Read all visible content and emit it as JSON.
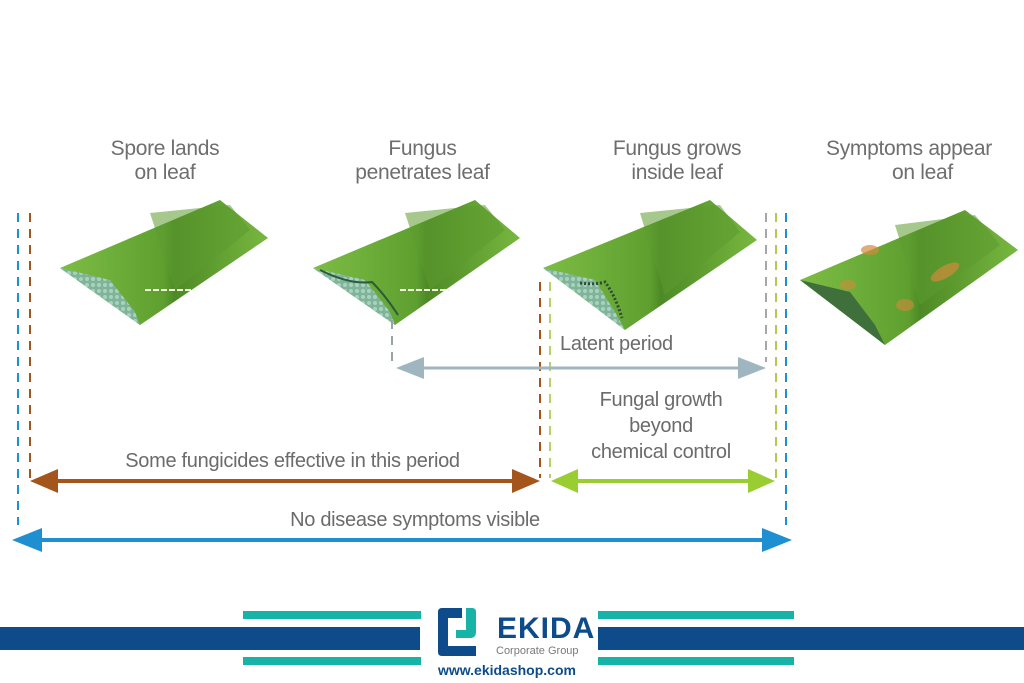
{
  "stages": [
    {
      "title_line1": "Spore lands",
      "title_line2": "on leaf"
    },
    {
      "title_line1": "Fungus",
      "title_line2": "penetrates leaf"
    },
    {
      "title_line1": "Fungus grows",
      "title_line2": "inside leaf"
    },
    {
      "title_line1": "Symptoms appear",
      "title_line2": "on leaf"
    }
  ],
  "periods": {
    "latent": "Latent period",
    "beyond_control_line1": "Fungal growth",
    "beyond_control_line2": "beyond",
    "beyond_control_line3": "chemical control",
    "fungicides": "Some fungicides effective in this period",
    "no_symptoms": "No disease symptoms visible"
  },
  "colors": {
    "leaf": "#6cae3a",
    "leaf_dark": "#4f8f2a",
    "latent_arrow": "#9fb6c0",
    "fungicide_arrow": "#a4551c",
    "beyond_arrow": "#9acd32",
    "no_symptom_arrow": "#1e8fd0",
    "footer_navy": "#0d4b8a",
    "footer_teal": "#17b3a6"
  },
  "footer": {
    "brand": "EKIDA",
    "subtitle": "Corporate Group",
    "url": "www.ekidashop.com"
  }
}
